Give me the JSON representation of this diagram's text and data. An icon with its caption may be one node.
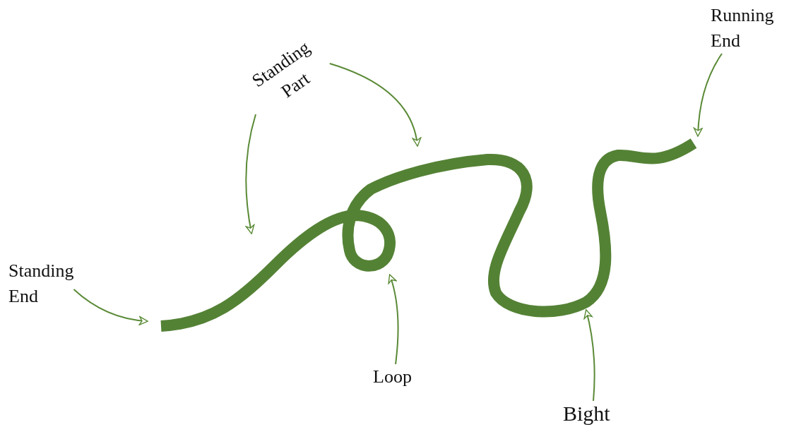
{
  "diagram": {
    "nodes": [
      {
        "text": [
          "Standing End"
        ]
      },
      {
        "text": [
          "Standing Part"
        ]
      },
      {
        "text": [
          "Running End"
        ]
      },
      {
        "text": [
          "Loop"
        ]
      },
      {
        "text": [
          "Bight"
        ]
      }
    ],
    "edges": [
      {
        "from": 0,
        "to": null,
        "arrow": "to"
      },
      {
        "from": 1,
        "to": null,
        "arrow": "to"
      },
      {
        "from": 1,
        "to": null,
        "arrow": "to"
      },
      {
        "from": 2,
        "to": null,
        "arrow": "to"
      },
      {
        "from": 3,
        "to": null,
        "arrow": "to"
      },
      {
        "from": 4,
        "to": null,
        "arrow": "to"
      }
    ]
  }
}
